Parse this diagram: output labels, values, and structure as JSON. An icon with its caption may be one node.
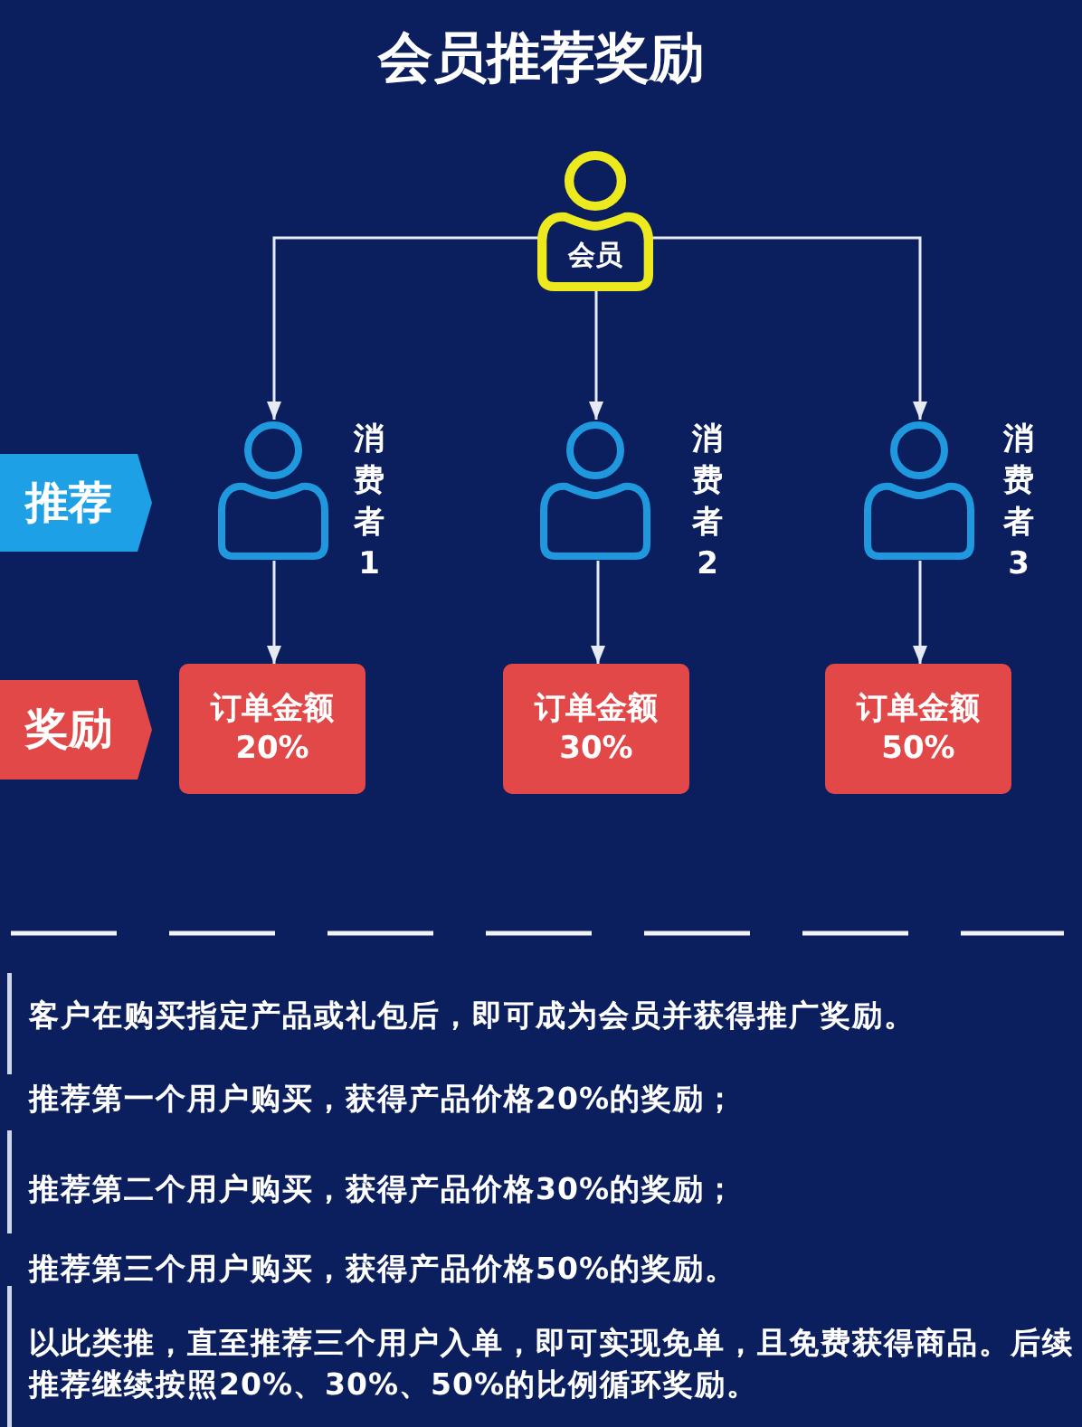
{
  "diagram": {
    "title": "会员推荐奖励",
    "nodes": [
      {
        "text": [
          "会员"
        ]
      },
      {
        "text": [
          "推荐"
        ]
      },
      {
        "text": [],
        "shape": "person",
        "beside": [
          "消费者1"
        ]
      },
      {
        "text": [],
        "shape": "person",
        "beside": [
          "消费者2"
        ]
      },
      {
        "text": [],
        "shape": "person",
        "beside": [
          "消费者3"
        ]
      },
      {
        "text": [
          "奖励"
        ]
      },
      {
        "text": [
          "订单金额",
          "20%"
        ]
      },
      {
        "text": [
          "订单金额",
          "30%"
        ]
      },
      {
        "text": [
          "订单金额",
          "50%"
        ]
      }
    ],
    "edges": [
      {
        "from": 0,
        "to": 2,
        "arrow": "to"
      },
      {
        "from": 0,
        "to": 3,
        "arrow": "to"
      },
      {
        "from": 0,
        "to": 4,
        "arrow": "to"
      },
      {
        "from": 2,
        "to": 6,
        "arrow": "to"
      },
      {
        "from": 3,
        "to": 7,
        "arrow": "to"
      },
      {
        "from": 4,
        "to": 8,
        "arrow": "to"
      }
    ],
    "labels": [
      "客户在购买指定产品或礼包后，即可成为会员并获得推广奖励。",
      "推荐第一个用户购买，获得产品价格20%的奖励；",
      "推荐第二个用户购买，获得产品价格30%的奖励；",
      "推荐第三个用户购买，获得产品价格50%的奖励。",
      "以此类推，直至推荐三个用户入单，即可实现免单，且免费获得商品。后续推荐继续按照20%、30%、50%的比例循环奖励。"
    ]
  }
}
